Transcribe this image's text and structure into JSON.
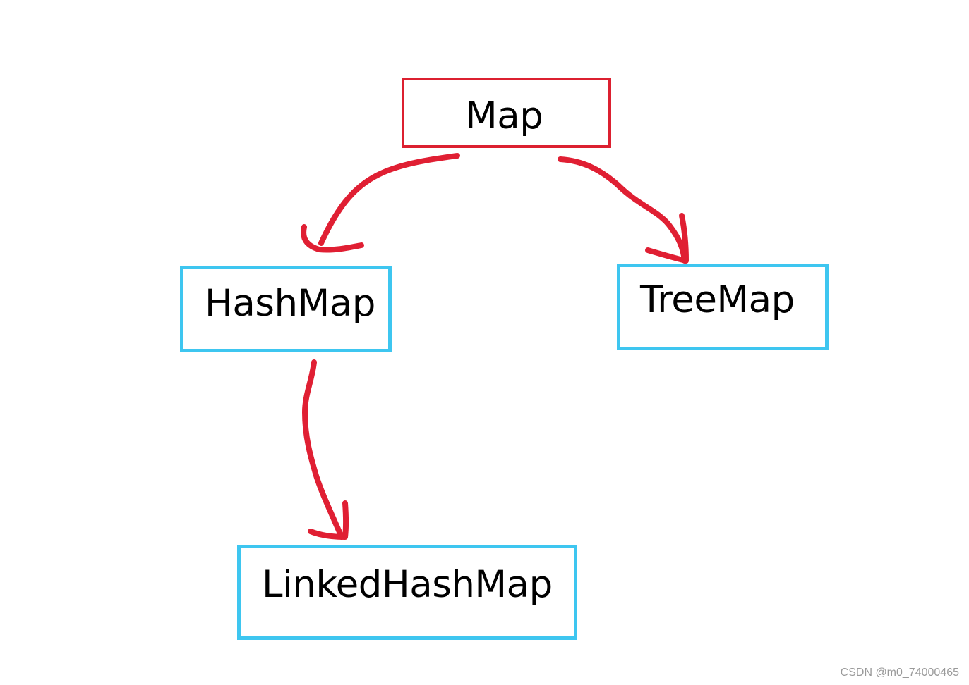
{
  "nodes": {
    "map": {
      "label": "Map",
      "border_color": "#dc2030"
    },
    "hashmap": {
      "label": "HashMap",
      "border_color": "#3ec6f0"
    },
    "treemap": {
      "label": "TreeMap",
      "border_color": "#3ec6f0"
    },
    "linkedhashmap": {
      "label": "LinkedHashMap",
      "border_color": "#3ec6f0"
    }
  },
  "edges": [
    {
      "from": "Map",
      "to": "HashMap"
    },
    {
      "from": "Map",
      "to": "TreeMap"
    },
    {
      "from": "HashMap",
      "to": "LinkedHashMap"
    }
  ],
  "edge_color": "#e01f33",
  "watermark": "CSDN @m0_74000465"
}
